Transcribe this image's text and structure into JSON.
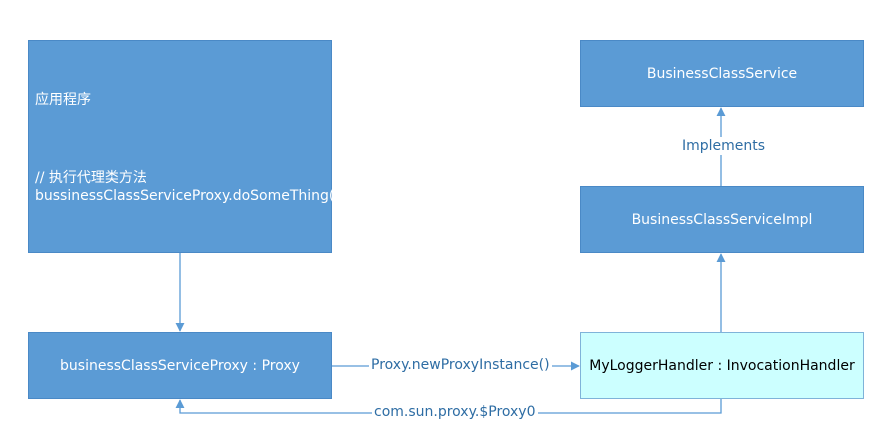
{
  "nodes": {
    "app": {
      "title": "应用程序",
      "comment": "// 执行代理类方法",
      "call": "bussinessClassServiceProxy.doSomeThing()"
    },
    "proxy": {
      "label": "businessClassServiceProxy : Proxy"
    },
    "service_interface": {
      "label": "BusinessClassService"
    },
    "service_impl": {
      "label": "BusinessClassServiceImpl"
    },
    "handler": {
      "label": "MyLoggerHandler : InvocationHandler"
    }
  },
  "edges": {
    "implements": {
      "label": "Implements"
    },
    "new_proxy_instance": {
      "label": "Proxy.newProxyInstance()"
    },
    "generated_class": {
      "label": "com.sun.proxy.$Proxy0"
    }
  },
  "colors": {
    "box_fill": "#5b9bd5",
    "handler_fill": "#ccffff",
    "connector": "#5b9bd5",
    "edge_label_text": "#2e6da4"
  }
}
